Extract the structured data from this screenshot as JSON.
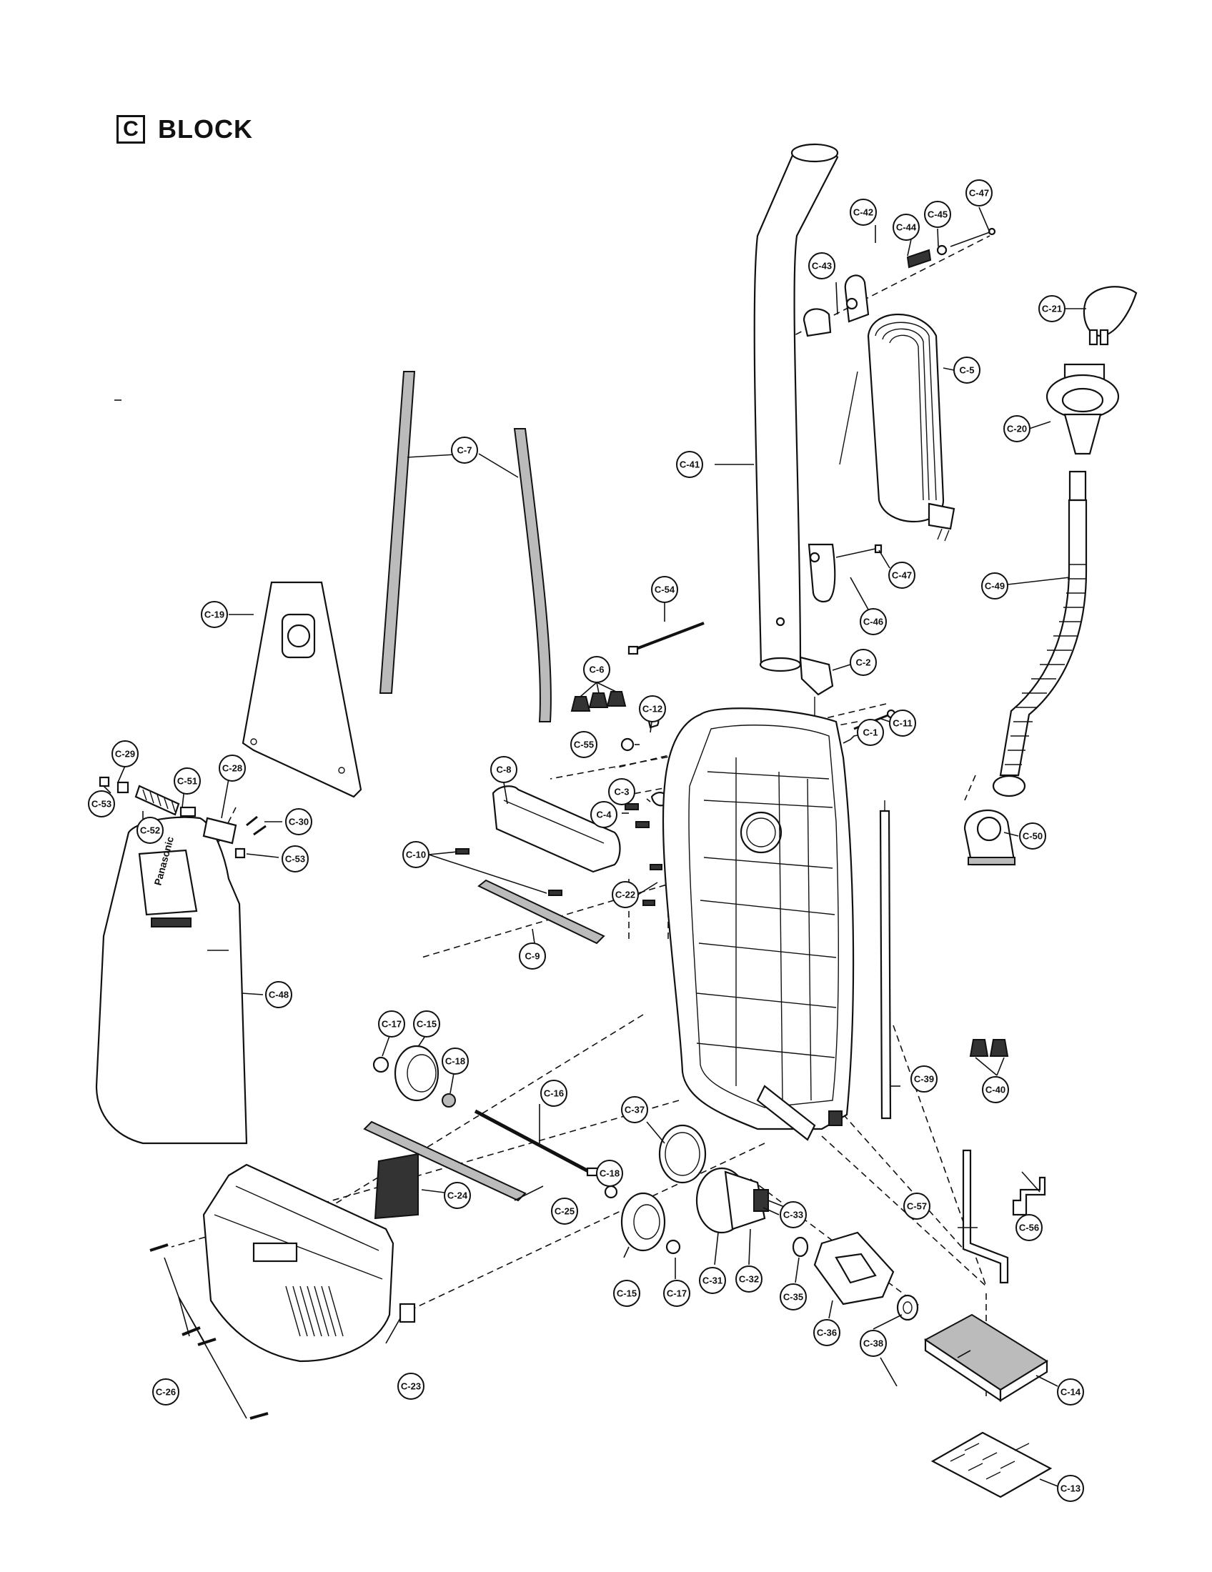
{
  "title": {
    "block_letter": "C",
    "block_word": "BLOCK"
  },
  "callouts": [
    {
      "id": "c1",
      "label": "C-1"
    },
    {
      "id": "c2",
      "label": "C-2"
    },
    {
      "id": "c3",
      "label": "C-3"
    },
    {
      "id": "c4",
      "label": "C-4"
    },
    {
      "id": "c5",
      "label": "C-5"
    },
    {
      "id": "c6",
      "label": "C-6"
    },
    {
      "id": "c7",
      "label": "C-7"
    },
    {
      "id": "c8",
      "label": "C-8"
    },
    {
      "id": "c9",
      "label": "C-9"
    },
    {
      "id": "c10",
      "label": "C-10"
    },
    {
      "id": "c11",
      "label": "C-11"
    },
    {
      "id": "c12",
      "label": "C-12"
    },
    {
      "id": "c13",
      "label": "C-13"
    },
    {
      "id": "c14",
      "label": "C-14"
    },
    {
      "id": "c15a",
      "label": "C-15"
    },
    {
      "id": "c15b",
      "label": "C-15"
    },
    {
      "id": "c16",
      "label": "C-16"
    },
    {
      "id": "c17a",
      "label": "C-17"
    },
    {
      "id": "c17b",
      "label": "C-17"
    },
    {
      "id": "c18a",
      "label": "C-18"
    },
    {
      "id": "c18b",
      "label": "C-18"
    },
    {
      "id": "c19",
      "label": "C-19"
    },
    {
      "id": "c20",
      "label": "C-20"
    },
    {
      "id": "c21",
      "label": "C-21"
    },
    {
      "id": "c22",
      "label": "C-22"
    },
    {
      "id": "c23",
      "label": "C-23"
    },
    {
      "id": "c24",
      "label": "C-24"
    },
    {
      "id": "c25",
      "label": "C-25"
    },
    {
      "id": "c26",
      "label": "C-26"
    },
    {
      "id": "c28",
      "label": "C-28"
    },
    {
      "id": "c29",
      "label": "C-29"
    },
    {
      "id": "c30",
      "label": "C-30"
    },
    {
      "id": "c31",
      "label": "C-31"
    },
    {
      "id": "c32",
      "label": "C-32"
    },
    {
      "id": "c33",
      "label": "C-33"
    },
    {
      "id": "c35",
      "label": "C-35"
    },
    {
      "id": "c36",
      "label": "C-36"
    },
    {
      "id": "c37",
      "label": "C-37"
    },
    {
      "id": "c38",
      "label": "C-38"
    },
    {
      "id": "c39",
      "label": "C-39"
    },
    {
      "id": "c40",
      "label": "C-40"
    },
    {
      "id": "c41",
      "label": "C-41"
    },
    {
      "id": "c42",
      "label": "C-42"
    },
    {
      "id": "c43",
      "label": "C-43"
    },
    {
      "id": "c44",
      "label": "C-44"
    },
    {
      "id": "c45",
      "label": "C-45"
    },
    {
      "id": "c46",
      "label": "C-46"
    },
    {
      "id": "c47a",
      "label": "C-47"
    },
    {
      "id": "c47b",
      "label": "C-47"
    },
    {
      "id": "c48",
      "label": "C-48"
    },
    {
      "id": "c49",
      "label": "C-49"
    },
    {
      "id": "c50",
      "label": "C-50"
    },
    {
      "id": "c51",
      "label": "C-51"
    },
    {
      "id": "c52",
      "label": "C-52"
    },
    {
      "id": "c53a",
      "label": "C-53"
    },
    {
      "id": "c53b",
      "label": "C-53"
    },
    {
      "id": "c54",
      "label": "C-54"
    },
    {
      "id": "c55",
      "label": "C-55"
    },
    {
      "id": "c56",
      "label": "C-56"
    },
    {
      "id": "c57",
      "label": "C-57"
    }
  ],
  "brand_text": "Panasonic"
}
